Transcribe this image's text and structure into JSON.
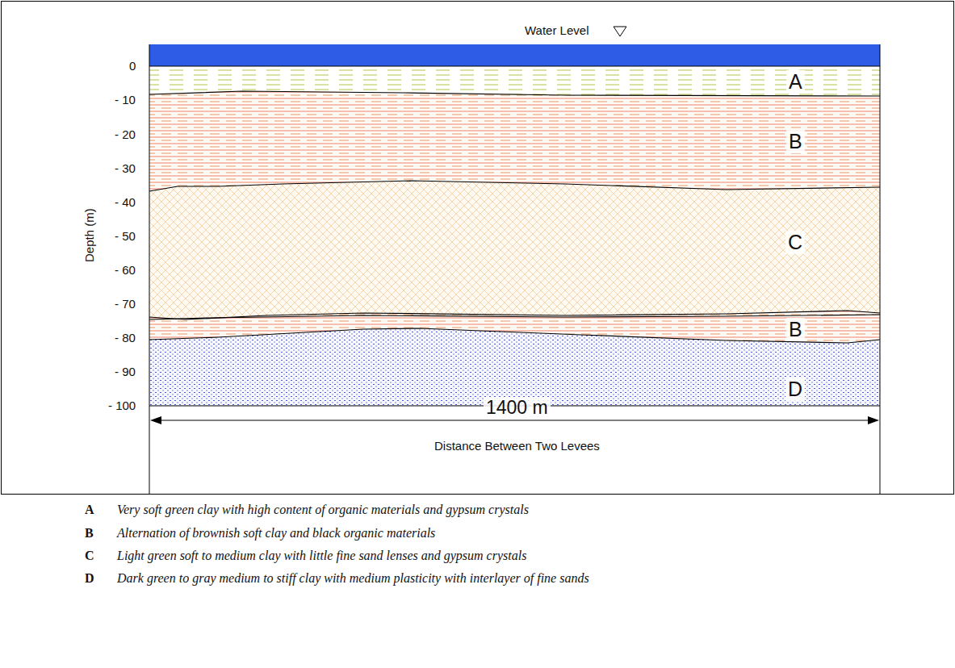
{
  "diagram": {
    "labels": [
      "Water Level",
      "0",
      "- 10",
      "- 20",
      "- 30",
      "- 40",
      "- 50",
      "- 60",
      "- 70",
      "- 80",
      "- 90",
      "- 100",
      "Depth (m)",
      "A",
      "B",
      "C",
      "B",
      "D",
      "1400 m",
      "Distance Between Two Levees",
      "A",
      "Very soft green clay with high content of organic materials and gypsum crystals",
      "B",
      "Alternation of brownish soft clay and black organic materials",
      "C",
      "Light green soft to medium clay with little fine sand lenses and gypsum crystals",
      "D",
      "Dark green to gray medium to stiff clay with medium plasticity with interlayer of fine sands"
    ]
  }
}
